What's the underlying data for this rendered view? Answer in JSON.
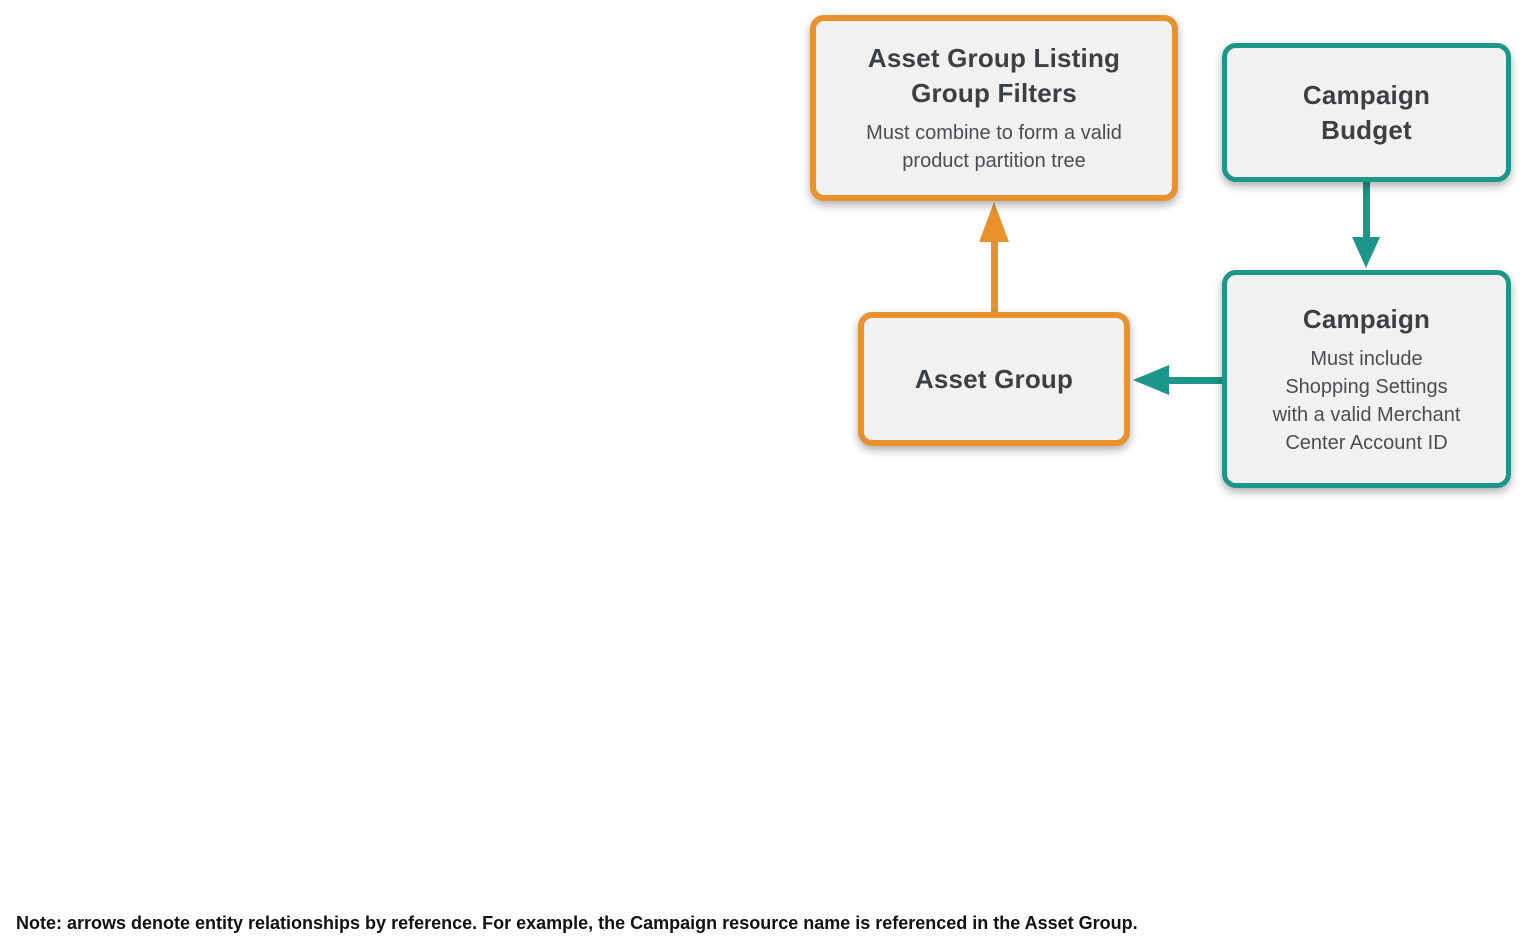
{
  "diagram": {
    "nodes": [
      {
        "id": "asset-group-listing-group-filters",
        "title": "Asset Group Listing Group Filters",
        "title_lines": [
          "Asset Group Listing",
          "Group Filters"
        ],
        "subtitle": "Must combine to form a valid product partition tree",
        "subtitle_lines": [
          "Must combine to form a valid",
          "product partition tree"
        ],
        "accent": "orange"
      },
      {
        "id": "campaign-budget",
        "title": "Campaign Budget",
        "title_lines": [
          "Campaign",
          "Budget"
        ],
        "accent": "teal"
      },
      {
        "id": "campaign",
        "title": "Campaign",
        "title_lines": [
          "Campaign"
        ],
        "subtitle": "Must include Shopping Settings with a valid Merchant Center Account ID",
        "subtitle_lines": [
          "Must include",
          "Shopping Settings",
          "with a valid Merchant",
          "Center Account ID"
        ],
        "accent": "teal"
      },
      {
        "id": "asset-group",
        "title": "Asset Group",
        "title_lines": [
          "Asset Group"
        ],
        "accent": "orange"
      }
    ],
    "edges": [
      {
        "from": "asset-group",
        "to": "asset-group-listing-group-filters",
        "color_name": "orange"
      },
      {
        "from": "campaign-budget",
        "to": "campaign",
        "color_name": "teal"
      },
      {
        "from": "campaign",
        "to": "asset-group",
        "color_name": "teal"
      }
    ]
  },
  "note": "Note: arrows denote entity relationships by reference. For example, the Campaign resource name is referenced in the Asset Group.",
  "colors": {
    "orange": "#e8912d",
    "teal": "#1b9688",
    "node_fill": "#f1f1f1",
    "title_text": "#3c4043",
    "subtitle_text": "#4a4e52",
    "note_text": "#111111",
    "background": "#ffffff"
  }
}
